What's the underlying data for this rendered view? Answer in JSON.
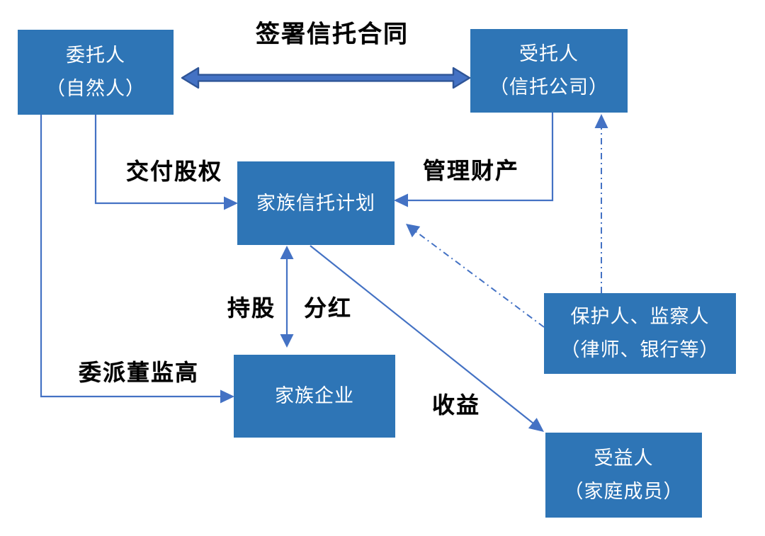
{
  "diagram": {
    "description": "family-trust-structure-diagram",
    "colors": {
      "node_fill": "#2e75b6",
      "node_text": "#ffffff",
      "connector": "#4472c4",
      "connector_dark": "#2f5597",
      "label_text": "#000000",
      "background": "#ffffff"
    },
    "nodes": {
      "settlor": {
        "line1": "委托人",
        "line2": "（自然人）"
      },
      "trustee": {
        "line1": "受托人",
        "line2": "（信托公司）"
      },
      "trust_plan": {
        "line1": "家族信托计划"
      },
      "family_business": {
        "line1": "家族企业"
      },
      "protector": {
        "line1": "保护人、监察人",
        "line2": "（律师、银行等）"
      },
      "beneficiary": {
        "line1": "受益人",
        "line2": "（家庭成员）"
      }
    },
    "edge_labels": {
      "sign_contract": "签署信托合同",
      "deliver_equity": "交付股权",
      "manage_property": "管理财产",
      "hold_shares": "持股",
      "dividends": "分红",
      "appoint_executives": "委派董监高",
      "income": "收益"
    }
  }
}
